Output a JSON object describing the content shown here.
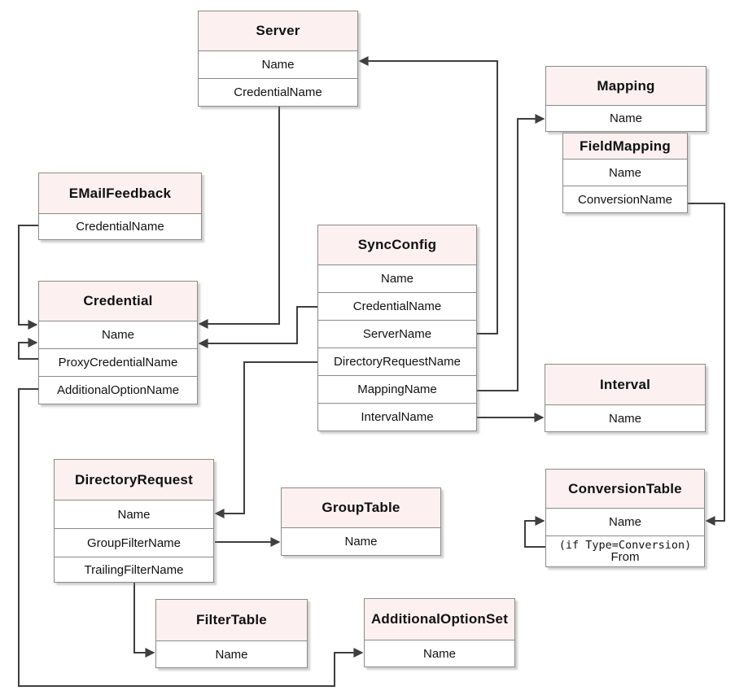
{
  "diagram": {
    "colors": {
      "header_fill": "#fcf1f0",
      "box_border": "#8a8a8a",
      "connector": "#3f3f3f",
      "background": "#ffffff"
    },
    "entities": {
      "server": {
        "title": "Server",
        "rows": [
          "Name",
          "CredentialName"
        ]
      },
      "mapping": {
        "title": "Mapping",
        "rows": [
          "Name"
        ]
      },
      "fieldmapping": {
        "title": "FieldMapping",
        "rows": [
          "Name",
          "ConversionName"
        ]
      },
      "emailfeedback": {
        "title": "EMailFeedback",
        "rows": [
          "CredentialName"
        ]
      },
      "syncconfig": {
        "title": "SyncConfig",
        "rows": [
          "Name",
          "CredentialName",
          "ServerName",
          "DirectoryRequestName",
          "MappingName",
          "IntervalName"
        ]
      },
      "credential": {
        "title": "Credential",
        "rows": [
          "Name",
          "ProxyCredentialName",
          "AdditionalOptionName"
        ]
      },
      "interval": {
        "title": "Interval",
        "rows": [
          "Name"
        ]
      },
      "directoryrequest": {
        "title": "DirectoryRequest",
        "rows": [
          "Name",
          "GroupFilterName",
          "TrailingFilterName"
        ]
      },
      "grouptable": {
        "title": "GroupTable",
        "rows": [
          "Name"
        ]
      },
      "conversiontable": {
        "title": "ConversionTable",
        "rows": [
          "Name"
        ],
        "condition_line": "(if Type=Conversion)",
        "condition_field": "From"
      },
      "filtertable": {
        "title": "FilterTable",
        "rows": [
          "Name"
        ]
      },
      "additionaloptionset": {
        "title": "AdditionalOptionSet",
        "rows": [
          "Name"
        ]
      }
    },
    "relationships": [
      {
        "from": "EMailFeedback.CredentialName",
        "to": "Credential.Name"
      },
      {
        "from": "Credential.ProxyCredentialName",
        "to": "Credential.Name"
      },
      {
        "from": "Credential.AdditionalOptionName",
        "to": "AdditionalOptionSet.Name"
      },
      {
        "from": "Server.CredentialName",
        "to": "Credential.Name"
      },
      {
        "from": "SyncConfig.CredentialName",
        "to": "Credential.Name"
      },
      {
        "from": "SyncConfig.ServerName",
        "to": "Server.Name"
      },
      {
        "from": "SyncConfig.DirectoryRequestName",
        "to": "DirectoryRequest.Name"
      },
      {
        "from": "SyncConfig.MappingName",
        "to": "Mapping.Name"
      },
      {
        "from": "SyncConfig.IntervalName",
        "to": "Interval.Name"
      },
      {
        "from": "FieldMapping.ConversionName",
        "to": "ConversionTable.Name"
      },
      {
        "from": "ConversionTable.From",
        "to": "ConversionTable.Name",
        "condition": "if Type=Conversion"
      },
      {
        "from": "DirectoryRequest.GroupFilterName",
        "to": "GroupTable.Name"
      },
      {
        "from": "DirectoryRequest.TrailingFilterName",
        "to": "FilterTable.Name"
      }
    ]
  }
}
